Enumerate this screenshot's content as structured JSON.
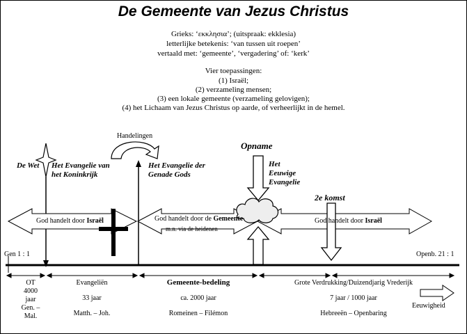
{
  "title": "De Gemeente van Jezus Christus",
  "intro": [
    "Grieks: ‘εκκλησια’; (uitspraak: ekklesia)",
    "letterlijke betekenis: ‘van tussen uit roepen’",
    "vertaald met: ‘gemeente’, ‘vergadering’ of: ‘kerk’"
  ],
  "applications_heading": "Vier toepassingen:",
  "applications": [
    "(1) Israël;",
    "(2) verzameling mensen;",
    "(3) een lokale gemeente (verzameling gelovigen);",
    "(4) het Lichaam van Jezus Christus op aarde, of verheerlijkt in de hemel."
  ],
  "labels": {
    "handelingen": "Handelingen",
    "opname": "Opname",
    "de_wet": "De Wet",
    "evangelie_koninkrijk_1": "Het Evangelie van",
    "evangelie_koninkrijk_2": "het Koninkrijk",
    "evangelie_genade_1": "Het Evangelie der",
    "evangelie_genade_2": "Genade Gods",
    "eeuwige_1": "Het",
    "eeuwige_2": "Eeuwige",
    "eeuwige_3": "Evangelie",
    "tweede_komst": "2e komst",
    "israel_left_pre": "God handelt door ",
    "israel_left_bold": "Israël",
    "gemeente_pre": "God handelt door de ",
    "gemeente_bold": "Gemeente",
    "heidenen": "m.n. via de heidenen",
    "israel_right_pre": "God handelt door ",
    "israel_right_bold": "Israël",
    "gen": "Gen 1 : 1",
    "openb": "Openb. 21 : 1",
    "eeuwigheid": "Eeuwigheid"
  },
  "periods": [
    {
      "lines": [
        "OT",
        "4000",
        "jaar",
        "Gen. –",
        "Mal."
      ]
    },
    {
      "lines": [
        "Evangeliën",
        "",
        "33 jaar",
        "",
        "Matth. – Joh."
      ]
    },
    {
      "lines": [
        "Gemeente-bedeling",
        "",
        "ca. 2000 jaar",
        "",
        "Romeinen – Filémon"
      ]
    },
    {
      "lines": [
        "Grote Verdrukking/Duizendjarig Vrederijk",
        "",
        "7 jaar / 1000 jaar",
        "",
        "Hebreeën – Openbaring"
      ]
    }
  ]
}
